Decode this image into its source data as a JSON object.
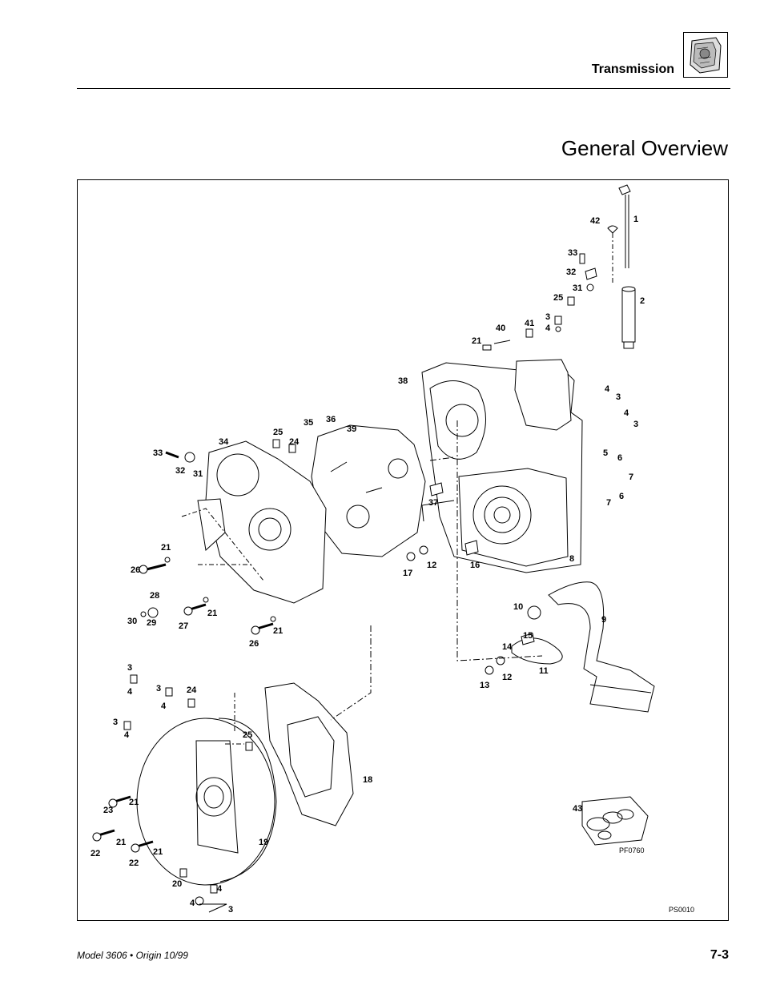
{
  "header": {
    "section_title": "Transmission",
    "icon": "transmission-thumbnail-icon"
  },
  "page_title": "General Overview",
  "figure": {
    "drawing_code": "PS0010",
    "kit_code": "PF0760",
    "callouts": [
      "42",
      "1",
      "33",
      "32",
      "31",
      "2",
      "25",
      "3",
      "4",
      "40",
      "41",
      "21",
      "38",
      "4",
      "3",
      "4",
      "3",
      "35",
      "36",
      "39",
      "25",
      "24",
      "34",
      "33",
      "32",
      "31",
      "5",
      "6",
      "7",
      "7",
      "6",
      "37",
      "21",
      "26",
      "17",
      "12",
      "16",
      "8",
      "28",
      "30",
      "29",
      "27",
      "21",
      "21",
      "26",
      "10",
      "9",
      "15",
      "14",
      "11",
      "13",
      "12",
      "3",
      "4",
      "3",
      "24",
      "4",
      "3",
      "4",
      "25",
      "18",
      "21",
      "23",
      "21",
      "22",
      "21",
      "22",
      "19",
      "20",
      "4",
      "4",
      "3",
      "43"
    ]
  },
  "footer": {
    "model": "Model 3606 • Origin 10/99",
    "page_number": "7-3"
  }
}
